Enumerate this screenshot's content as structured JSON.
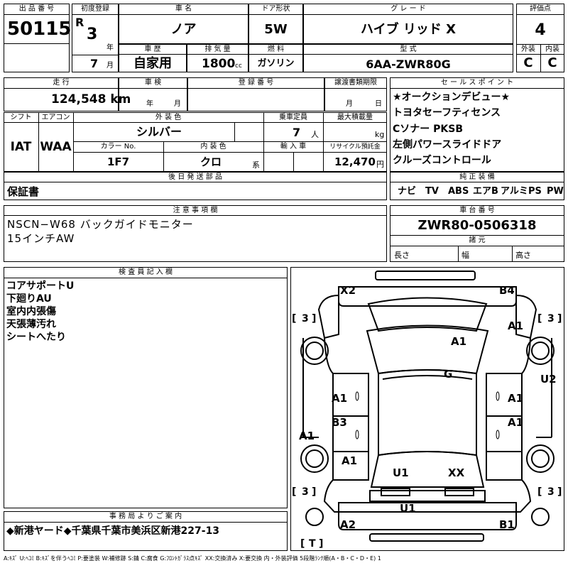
{
  "lot": {
    "label": "出 品 番 号",
    "number": "50115"
  },
  "first_reg": {
    "label": "初度登録",
    "era": "R",
    "year": "3",
    "year_unit": "年",
    "month": "7",
    "month_unit": "月"
  },
  "model": {
    "label": "車 名",
    "value": "ノア"
  },
  "door": {
    "label": "ドア形状",
    "value": "5W"
  },
  "grade": {
    "label": "グ レ ー ド",
    "value": "ハイブ リッド X"
  },
  "score": {
    "label": "評価点",
    "value": "4",
    "ext_label": "外装",
    "int_label": "内装",
    "ext": "C",
    "int": "C"
  },
  "history": {
    "label": "車 歴",
    "value": "自家用"
  },
  "displacement": {
    "label": "排 気 量",
    "value": "1800",
    "unit": "cc"
  },
  "fuel": {
    "label": "燃 料",
    "value": "ガソリン"
  },
  "type_code": {
    "label": "型 式",
    "value": "6AA-ZWR80G"
  },
  "mileage": {
    "label": "走 行",
    "value": "124,548 km"
  },
  "inspection": {
    "label": "車 検",
    "year_unit": "年",
    "month_unit": "月"
  },
  "registration": {
    "label": "登 録 番 号"
  },
  "transfer": {
    "label": "譲渡書類期限",
    "month_unit": "月",
    "day_unit": "日"
  },
  "shift": {
    "label": "シフト",
    "value": "IAT"
  },
  "aircon": {
    "label": "エアコン",
    "value": "WAA"
  },
  "ext_color": {
    "label": "外 装 色",
    "value": "シルバー"
  },
  "capacity": {
    "label": "乗車定員",
    "value": "7",
    "unit": "人"
  },
  "max_load": {
    "label": "最大積載量",
    "unit": "kg"
  },
  "color_no": {
    "label": "カラー No.",
    "value": "1F7"
  },
  "int_color": {
    "label": "内 装 色",
    "value": "クロ",
    "unit": "系"
  },
  "import": {
    "label": "輸 入 車"
  },
  "recycle": {
    "label": "リサイクル預託金",
    "value": "12,470",
    "unit": "円"
  },
  "later_parts": {
    "label": "後 日 発 送 部 品",
    "value": "保証書"
  },
  "sales_points": {
    "label": "セ ー ル ス ポ イ ン ト",
    "items": [
      "★オークションデビュー★",
      "トヨタセーフティセンス",
      "Cソナー PKSB",
      "左側パワースライドドア",
      "クルーズコントロール"
    ]
  },
  "equipment": {
    "label": "純 正 装 備",
    "items": [
      "ナビ",
      "TV",
      "ABS",
      "エアB",
      "アルミ",
      "PS",
      "PW"
    ]
  },
  "notes": {
    "label": "注 意 事 項 欄",
    "lines": [
      "NSCN−W68 バックガイドモニター",
      "15インチAW"
    ]
  },
  "chassis": {
    "label": "車 台 番 号",
    "value": "ZWR80-0506318"
  },
  "dims": {
    "label": "諸 元",
    "length": "長さ",
    "width": "幅",
    "height": "高さ"
  },
  "inspector": {
    "label": "検 査 員 記 入 欄",
    "lines": [
      "コアサポートU",
      "下廻りAU",
      "室内内張傷",
      "天張薄汚れ",
      "シートへたり"
    ]
  },
  "office": {
    "label": "事 務 局 よ り ご 案 内",
    "value": "◆新港ヤード◆千葉県千葉市美浜区新港227-13"
  },
  "legend": "A:ｷｽﾞ U:ﾍｺﾐ B:ｷｽﾞを伴うﾍｺﾐ P:要塗装 W:補修跡 S:錆 C:腐食 G:ﾌﾛﾝﾄｶﾞﾗｽ点ｷｽﾞ XX:交換済み X:要交換 内・外装評価 5段階ﾗﾝｸ順(A・B・C・D・E) 1",
  "diagram": {
    "marks": {
      "x2": "X2",
      "b4": "B4",
      "a1_fr": "A1",
      "a1_hood": "A1",
      "g": "G",
      "a1_fl_door": "A1",
      "u2": "U2",
      "a1_fr_door": "A1",
      "b3": "B3",
      "a1_rr_door": "A1",
      "a1_left": "A1",
      "a1_rl": "A1",
      "u1_roof": "U1",
      "xx": "XX",
      "u1_rear": "U1",
      "a2": "A2",
      "b1": "B1"
    },
    "tires": {
      "fl": "3",
      "fr": "3",
      "rl": "3",
      "rr": "3",
      "spare": "T"
    }
  }
}
